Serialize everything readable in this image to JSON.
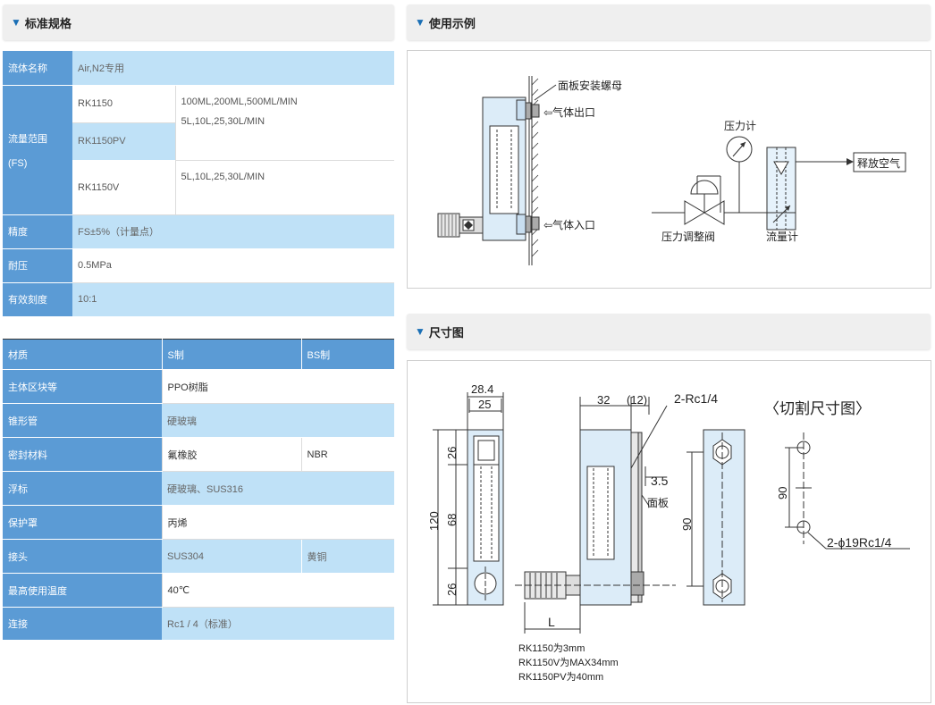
{
  "spec": {
    "title": "标准规格",
    "fluid_label": "流体名称",
    "fluid_value": "Air,N2专用",
    "range_label_1": "流量范围",
    "range_label_2": "(FS)",
    "model_1": "RK1150",
    "model_2": "RK1150PV",
    "model_3": "RK1150V",
    "range_1": "100ML,200ML,500ML/MIN",
    "range_2": "5L,10L,25,30L/MIN",
    "range_3": "5L,10L,25,30L/MIN",
    "accuracy_label": "精度",
    "accuracy_value": "FS±5%（计量点）",
    "pressure_label": "耐压",
    "pressure_value": "0.5MPa",
    "scale_label": "有效刻度",
    "scale_value": "10:1"
  },
  "materials": {
    "header": [
      "材质",
      "S制",
      "BS制"
    ],
    "rows": [
      {
        "label": "主体区块等",
        "s": "PPO树脂",
        "bs": ""
      },
      {
        "label": "锥形管",
        "s": "硬玻璃",
        "bs": ""
      },
      {
        "label": "密封材料",
        "s": "氟橡胶",
        "bs": "NBR"
      },
      {
        "label": "浮标",
        "s": "硬玻璃、SUS316",
        "bs": ""
      },
      {
        "label": "保护罩",
        "s": "丙烯",
        "bs": ""
      },
      {
        "label": "接头",
        "s": "SUS304",
        "bs": "黄铜"
      },
      {
        "label": "最高使用温度",
        "s": "40℃",
        "bs": ""
      },
      {
        "label": "连接",
        "s": "Rc1 / 4（标准）",
        "bs": ""
      }
    ]
  },
  "usage": {
    "title": "使用示例",
    "panel_screw": "面板安装螺母",
    "gas_outlet": "⇦气体出口",
    "gas_inlet": "⇦气体入口",
    "pressure_gauge": "压力计",
    "release_air": "释放空气",
    "regulator": "压力调整阀",
    "flowmeter": "流量计"
  },
  "dims": {
    "title": "尺寸图",
    "d_28_4": "28.4",
    "d_25": "25",
    "d_32": "32",
    "d_12": "(12)",
    "d_rc": "2-Rc1/4",
    "cut_title": "〈切割尺寸图〉",
    "d_120": "120",
    "d_26a": "26",
    "d_68": "68",
    "d_26b": "26",
    "d_3_5": "3.5",
    "panel": "面板",
    "d_90": "90",
    "d_90b": "90",
    "hole": "2-ϕ19Rc1/4",
    "d_L": "L",
    "note_1": "RK1150为3mm",
    "note_2": "RK1150V为MAX34mm",
    "note_3": "RK1150PV为40mm"
  },
  "colors": {
    "label_blue": "#5b9bd5",
    "row_light": "#bfe1f7",
    "accent": "#1a6fb5"
  }
}
